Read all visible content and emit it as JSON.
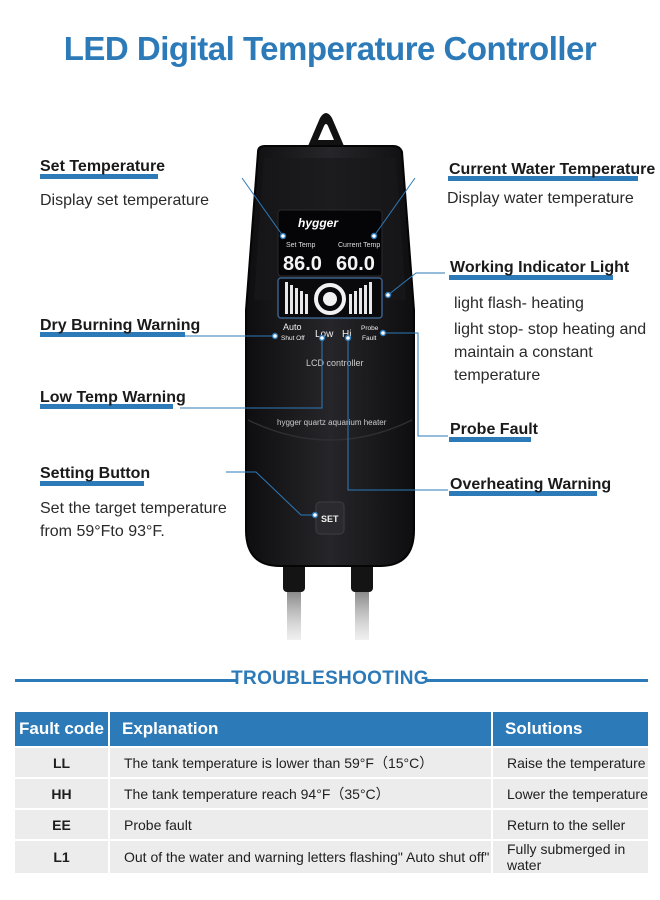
{
  "title": "LED Digital Temperature Controller",
  "callouts": {
    "set_temp_title": "Set Temperature",
    "set_temp_desc": "Display set temperature",
    "dry_burning": "Dry Burning Warning",
    "low_temp": "Low Temp Warning",
    "setting_button_title": "Setting Button",
    "setting_button_desc_1": "Set the target temperature",
    "setting_button_desc_2": "from 59°Fto 93°F.",
    "current_water_title": "Current Water Temperature",
    "current_water_desc": "Display water temperature",
    "working_indicator_title": "Working Indicator Light",
    "working_indicator_desc_1": "light flash- heating",
    "working_indicator_desc_2": "light stop- stop heating and",
    "working_indicator_desc_3": "maintain a constant",
    "working_indicator_desc_4": "temperature",
    "probe_fault": "Probe Fault",
    "overheating": "Overheating Warning"
  },
  "device": {
    "brand": "hygger",
    "set_temp_label": "Set Temp",
    "current_temp_label": "Current Temp",
    "set_temp_value": "86.0",
    "current_temp_value": "60.0",
    "auto_label": "Auto",
    "shut_off_label": "Shut Off",
    "low_label": "Low",
    "hi_label": "Hi",
    "probe_label": "Probe",
    "fault_label": "Fault",
    "lcd_label": "LCD controller",
    "product_label": "hygger quartz aquarium heater",
    "set_button_label": "SET"
  },
  "troubleshooting": {
    "heading": "TROUBLESHOOTING",
    "columns": [
      "Fault code",
      "Explanation",
      "Solutions"
    ],
    "rows": [
      [
        "LL",
        "The tank temperature is lower than 59°F（15°C）",
        "Raise the temperature"
      ],
      [
        "HH",
        "The tank temperature reach 94°F（35°C）",
        "Lower the temperature"
      ],
      [
        "EE",
        "Probe fault",
        "Return to the seller"
      ],
      [
        "L1",
        "Out of the water and warning letters flashing\" Auto shut off\"",
        "Fully submerged in water"
      ]
    ]
  },
  "colors": {
    "accent": "#2d7ab8",
    "device_body": "#1c1c1e",
    "table_row": "#ececec"
  }
}
